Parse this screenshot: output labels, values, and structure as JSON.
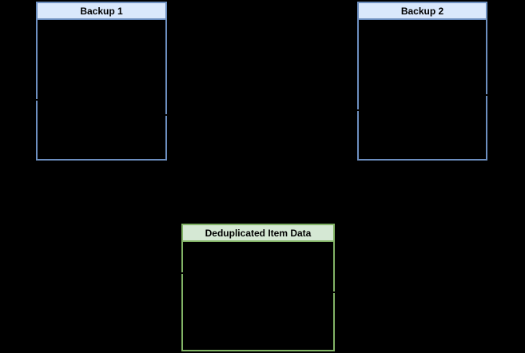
{
  "colors": {
    "background": "#000000",
    "blue_border": "#6c8ebf",
    "blue_fill": "#dae8fc",
    "green_border": "#82b366",
    "green_fill": "#d5e8d4",
    "connector": "#000000",
    "title_text": "#000000"
  },
  "diagram": {
    "boxes": [
      {
        "id": "backup-1",
        "title": "Backup 1",
        "theme": "blue"
      },
      {
        "id": "backup-2",
        "title": "Backup 2",
        "theme": "blue"
      },
      {
        "id": "deduplicated-item-data",
        "title": "Deduplicated Item Data",
        "theme": "green"
      }
    ]
  }
}
